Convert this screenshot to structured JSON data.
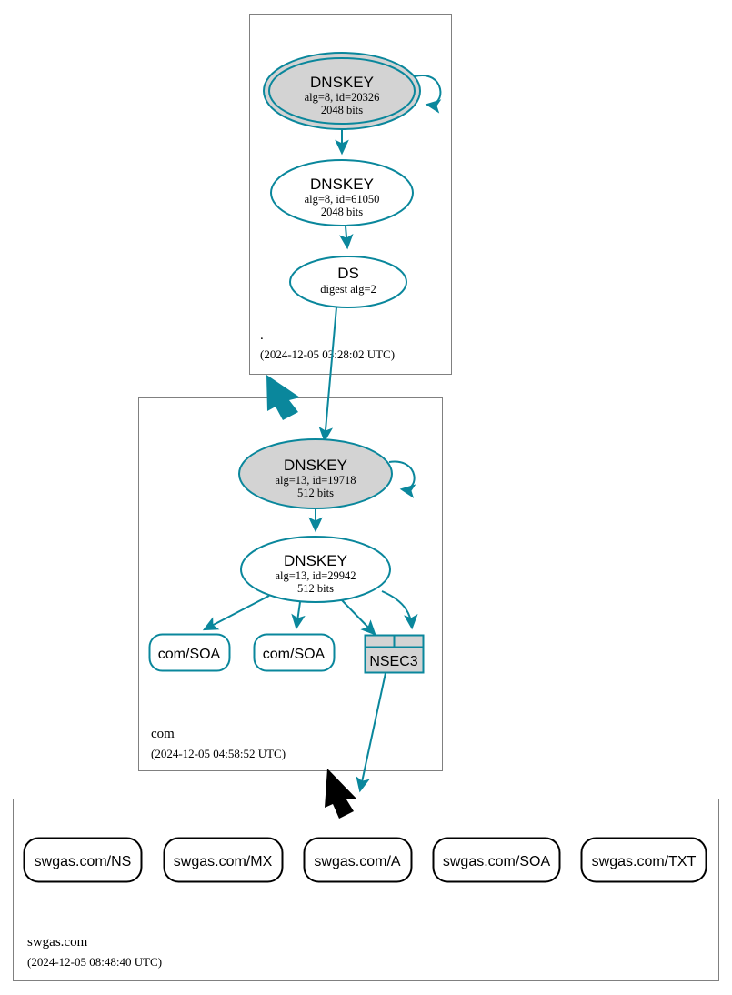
{
  "diagram": {
    "type": "dnssec-authentication-chain",
    "domain": "swgas.com",
    "colors": {
      "secure": "#0a879c",
      "insecure": "#000000",
      "key_fill": "#d3d3d3",
      "zone_border": "#808080",
      "background": "#ffffff"
    }
  },
  "zones": [
    {
      "id": "root",
      "name": ".",
      "timestamp": "(2024-12-05 03:28:02 UTC)",
      "nodes": [
        {
          "id": "root-ksk",
          "kind": "dnskey",
          "title": "DNSKEY",
          "line2": "alg=8, id=20326",
          "line3": "2048 bits",
          "alg": 8,
          "key_id": 20326,
          "bits": 2048,
          "role": "ksk",
          "self_signed": true,
          "filled": true,
          "double_outline": true
        },
        {
          "id": "root-zsk",
          "kind": "dnskey",
          "title": "DNSKEY",
          "line2": "alg=8, id=61050",
          "line3": "2048 bits",
          "alg": 8,
          "key_id": 61050,
          "bits": 2048,
          "role": "zsk",
          "self_signed": false,
          "filled": false,
          "double_outline": false
        },
        {
          "id": "root-ds",
          "kind": "ds",
          "title": "DS",
          "line2": "digest alg=2",
          "line3": "",
          "digest_alg": 2,
          "filled": false
        }
      ]
    },
    {
      "id": "com",
      "name": "com",
      "timestamp": "(2024-12-05 04:58:52 UTC)",
      "nodes": [
        {
          "id": "com-ksk",
          "kind": "dnskey",
          "title": "DNSKEY",
          "line2": "alg=13, id=19718",
          "line3": "512 bits",
          "alg": 13,
          "key_id": 19718,
          "bits": 512,
          "role": "ksk",
          "self_signed": true,
          "filled": true,
          "double_outline": false
        },
        {
          "id": "com-zsk",
          "kind": "dnskey",
          "title": "DNSKEY",
          "line2": "alg=13, id=29942",
          "line3": "512 bits",
          "alg": 13,
          "key_id": 29942,
          "bits": 512,
          "role": "zsk",
          "self_signed": false,
          "filled": false,
          "double_outline": false
        },
        {
          "id": "com-soa-1",
          "kind": "rrset",
          "title": "com/SOA",
          "secure": true
        },
        {
          "id": "com-soa-2",
          "kind": "rrset",
          "title": "com/SOA",
          "secure": true
        },
        {
          "id": "com-nsec3",
          "kind": "nsec3",
          "title": "NSEC3",
          "secure": true
        }
      ]
    },
    {
      "id": "swgas",
      "name": "swgas.com",
      "timestamp": "(2024-12-05 08:48:40 UTC)",
      "nodes": [
        {
          "id": "swgas-ns",
          "kind": "rrset",
          "title": "swgas.com/NS",
          "secure": false
        },
        {
          "id": "swgas-mx",
          "kind": "rrset",
          "title": "swgas.com/MX",
          "secure": false
        },
        {
          "id": "swgas-a",
          "kind": "rrset",
          "title": "swgas.com/A",
          "secure": false
        },
        {
          "id": "swgas-soa",
          "kind": "rrset",
          "title": "swgas.com/SOA",
          "secure": false
        },
        {
          "id": "swgas-txt",
          "kind": "rrset",
          "title": "swgas.com/TXT",
          "secure": false
        }
      ]
    }
  ],
  "delegations": [
    {
      "id": "root-to-com",
      "from": "root",
      "to": "com",
      "status": "secure"
    },
    {
      "id": "com-to-swgas",
      "from": "com",
      "to": "swgas",
      "status": "insecure"
    }
  ]
}
